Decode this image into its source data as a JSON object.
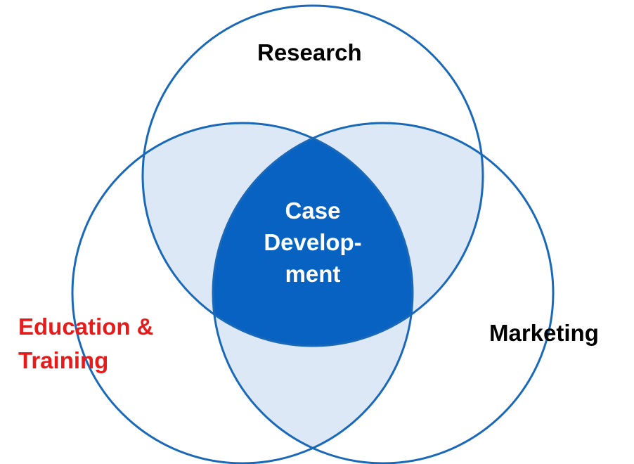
{
  "diagram": {
    "colors": {
      "stroke": "#1a68b8",
      "overlap_fill": "#dce8f5",
      "center_fill": "#0862c2",
      "dark_text": "#000000",
      "highlight_text": "#e81b1b",
      "center_text": "#ffffff"
    },
    "circles": {
      "research": {
        "label": "Research"
      },
      "marketing": {
        "label": "Marketing"
      },
      "education": {
        "label_line1": "Education &",
        "label_line2": "Training"
      }
    },
    "center": {
      "line1": "Case",
      "line2": "Develop-",
      "line3": "ment"
    }
  }
}
